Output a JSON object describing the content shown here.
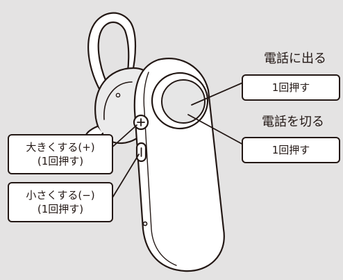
{
  "colors": {
    "background": "#e4e3e3",
    "outline": "#231815",
    "device": "#ffffff",
    "speaker_cushion": "#ebebeb",
    "button_face": "#e6e6e6"
  },
  "labels": {
    "answer_heading": "電話に出る",
    "answer_action": "1回押す",
    "hangup_heading": "電話を切る",
    "hangup_action": "1回押す",
    "volume_up_action": "大きくする(+)",
    "volume_up_press": "(1回押す)",
    "volume_down_action": "小さくする(−)",
    "volume_down_press": "(1回押す)"
  },
  "icons": {
    "volume_up": "plus-icon",
    "volume_down": "minus-icon"
  }
}
